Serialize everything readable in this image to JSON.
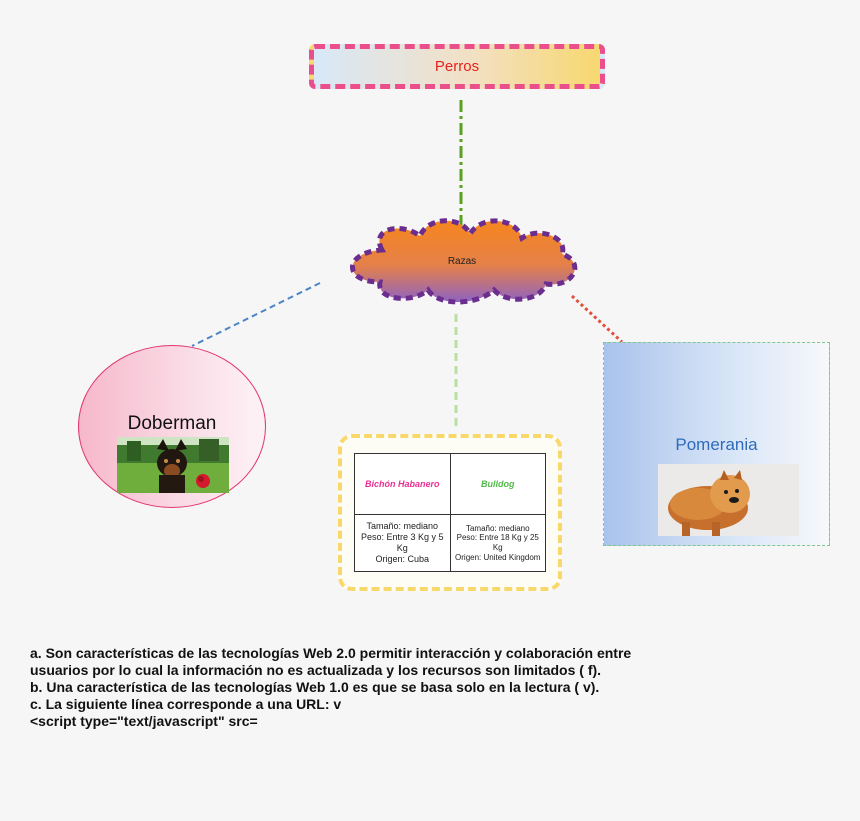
{
  "diagram": {
    "root": {
      "label": "Perros"
    },
    "hub": {
      "label": "Razas"
    },
    "doberman": {
      "label": "Doberman",
      "photo": "doberman-photo"
    },
    "pomerania": {
      "label": "Pomerania",
      "photo": "pomeranian-photo"
    },
    "table": {
      "headers": [
        "Bichón Habanero",
        "Bulldog"
      ],
      "cells": [
        "Tamaño: mediano\nPeso: Entre 3 Kg y 5 Kg\nOrigen: Cuba",
        "Tamaño: mediano\nPeso: Entre 18 Kg y 25 Kg\nOrigen: United Kingdom"
      ]
    },
    "colors": {
      "root_border": "#ea4f8b",
      "root_text": "#e5221b",
      "hub_border": "#6b2e8f",
      "link_root_hub": "#5aa022",
      "link_doberman": "#4a86c8",
      "link_table": "#b9e0a0",
      "link_pomerania": "#e0503a"
    }
  },
  "text": {
    "a": "a. Son características de las tecnologías Web 2.0 permitir interacción y colaboración entre usuarios por lo cual la información no es actualizada y los recursos son limitados ( f).",
    "b": "b. Una característica de las tecnologías Web 1.0 es que se basa solo en la lectura ( v).",
    "c": "c. La siguiente línea corresponde a una URL: v",
    "d": "<script type=\"text/javascript\" src="
  }
}
